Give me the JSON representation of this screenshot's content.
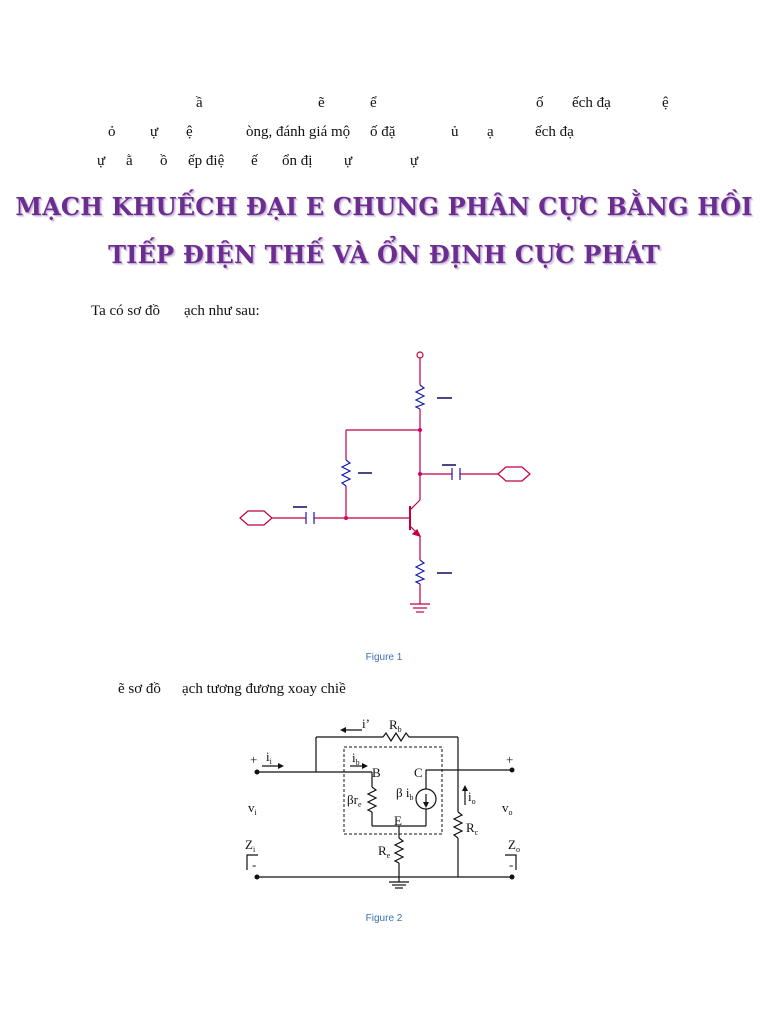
{
  "paragraph": {
    "line1": {
      "t1": "ầ",
      "t2": "ẽ",
      "t3": "ể",
      "t4": "ố",
      "t5": "ếch đạ",
      "t6": "ệ"
    },
    "line2": {
      "t1": "ỏ",
      "t2": "ự",
      "t3": "ệ",
      "t4": "òng, đánh giá mộ",
      "t5": "ố đặ",
      "t6": "ủ",
      "t7": "ạ",
      "t8": "ếch đạ"
    },
    "line3": {
      "t1": "ự",
      "t2": "ằ",
      "t3": "ồ",
      "t4": "ếp điệ",
      "t5": "ế",
      "t6": "ổn đị",
      "t7": "ự",
      "t8": "ự"
    }
  },
  "title": {
    "line1": "MẠCH KHUẾCH ĐẠI E CHUNG PHÂN CỰC BẰNG HỒI",
    "line2": "TIẾP ĐIỆN THẾ VÀ ỔN ĐỊNH CỰC PHÁT"
  },
  "intro1": {
    "a": "Ta có sơ đồ",
    "b": "ạch như sau:"
  },
  "caption1": "Figure 1",
  "intro2": {
    "a": "ẽ sơ đồ",
    "b": "ạch tương đương xoay chiề"
  },
  "figure2": {
    "i_prime": "i’",
    "Rb": "R",
    "Rb_sub": "b",
    "ii": "i",
    "ii_sub": "i",
    "ib": "i",
    "ib_sub": "b",
    "B": "B",
    "C": "C",
    "E": "E",
    "beta_re": "βr",
    "beta_re_sub": "e",
    "beta_ib": "β i",
    "beta_ib_sub": "b",
    "io": "i",
    "io_sub": "o",
    "vi": "v",
    "vi_sub": "i",
    "vo": "v",
    "vo_sub": "o",
    "Re": "R",
    "Re_sub": "e",
    "Rc": "R",
    "Rc_sub": "c",
    "Zi": "Z",
    "Zi_sub": "i",
    "Zo": "Z",
    "Zo_sub": "o",
    "plus": "+",
    "minus": "-"
  },
  "caption2": "Figure 2",
  "colors": {
    "title": "#6b2d8f",
    "wire": "#c0003a",
    "component": "#1a1ab0",
    "node": "#d4006f",
    "caption": "#3c6fb4"
  }
}
